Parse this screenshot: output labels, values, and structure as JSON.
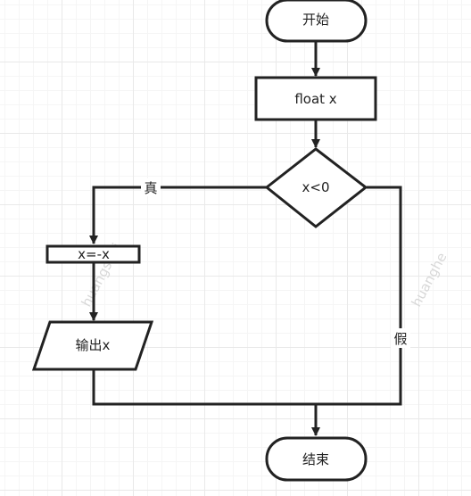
{
  "nodes": {
    "start": "开始",
    "declare": "float x",
    "decision": "x<0",
    "assign": "x=-x",
    "output": "输出x",
    "end": "结束"
  },
  "edges": {
    "true_label": "真",
    "false_label": "假"
  },
  "watermarks": {
    "left": "huangshui",
    "right": "huanghe"
  },
  "colors": {
    "stroke": "#222222",
    "fill": "#ffffff",
    "grid": "#e9e9e9"
  }
}
